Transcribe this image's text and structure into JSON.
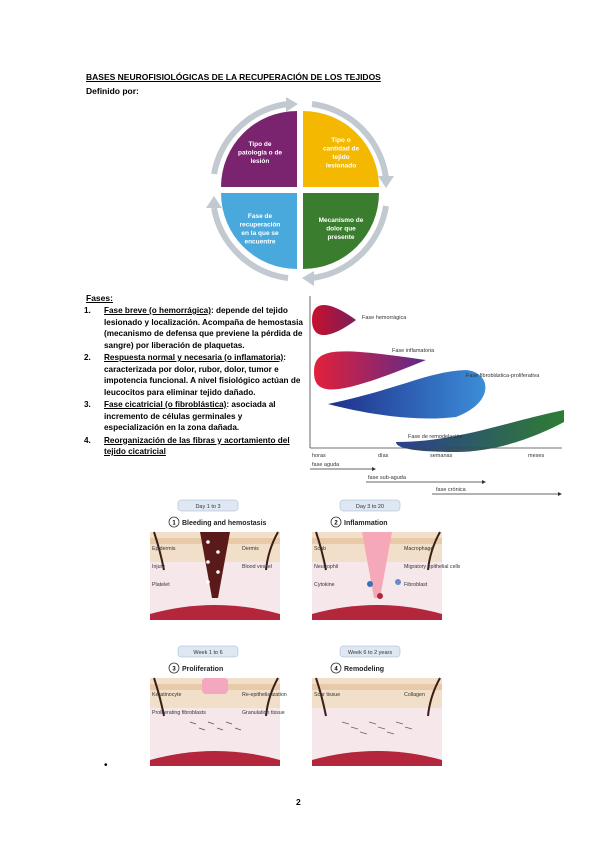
{
  "header": {
    "title": "BASES NEUROFISIOLÓGICAS DE LA RECUPERACIÓN DE LOS TEJIDOS",
    "subtitle": "Definido por:"
  },
  "cycle": {
    "quadrants": [
      {
        "lines": [
          "Tipo de",
          "patología o de",
          "lesión"
        ],
        "color": "#7a2470"
      },
      {
        "lines": [
          "Tipo o",
          "cantidad de",
          "tejido",
          "lesionado"
        ],
        "color": "#f5b800"
      },
      {
        "lines": [
          "Fase de",
          "recuperación",
          "en la que se",
          "encuentre"
        ],
        "color": "#4aa9dc"
      },
      {
        "lines": [
          "Mecanismo de",
          "dolor que",
          "presente"
        ],
        "color": "#3b7d2e"
      }
    ],
    "arrow_color": "#c3c9d1"
  },
  "phases": {
    "heading": "Fases:",
    "items": [
      {
        "num": "1.",
        "underlined": "Fase breve (o hemorrágica)",
        "rest": ": depende del tejido lesionado y localización. Acompaña de hemostasia (mecanismo de defensa que previene la pérdida de sangre) por liberación de plaquetas."
      },
      {
        "num": "2.",
        "underlined": "Respuesta normal y necesaria (o inflamatoria)",
        "rest": ": caracterizada por dolor, rubor, dolor, tumor e impotencia funcional. A nivel fisiológico actúan de leucocitos para eliminar tejido dañado."
      },
      {
        "num": "3.",
        "underlined": "Fase cicatricial (o fibroblástica)",
        "rest": ": asociada al incremento de células germinales y especialización en la zona dañada."
      },
      {
        "num": "4.",
        "underlined": "Reorganización de las fibras y acortamiento del tejido cicatricial",
        "rest": ""
      }
    ]
  },
  "timeline_chart": {
    "phase_labels": [
      "Fase hemorrágica",
      "Fase inflamatoria",
      "Fase fibroblástica-proliferativa",
      "Fase de remodelación"
    ],
    "axis_ticks": [
      "horas",
      "días",
      "semanas",
      "meses"
    ],
    "span_labels": [
      "fase aguda",
      "fase sub-aguda",
      "fase crónica"
    ],
    "colors": {
      "hemorrhagic": "#c8102e",
      "inflammatory": "#d21f3c",
      "fibroblastic": "#1f3f9a",
      "remodeling": "#2e7d32"
    }
  },
  "healing_panels": [
    {
      "step": "1",
      "duration": "Day 1 to 3",
      "title": "Bleeding and hemostasis",
      "labels": [
        "Epidermis",
        "Dermis",
        "Injury",
        "Blood vessel",
        "Platelet"
      ]
    },
    {
      "step": "2",
      "duration": "Day 3 to 20",
      "title": "Inflammation",
      "labels": [
        "Scab",
        "Macrophage",
        "Neutrophil",
        "Migratory epithelial cells",
        "Cytokine",
        "Fibroblast"
      ]
    },
    {
      "step": "3",
      "duration": "Week 1 to 6",
      "title": "Proliferation",
      "labels": [
        "Keratinocyte",
        "Re-epithelialization",
        "Proliferating fibroblasts",
        "Granulation tissue"
      ]
    },
    {
      "step": "4",
      "duration": "Week 6 to 2 years",
      "title": "Remodeling",
      "labels": [
        "Scar tissue",
        "Collagen"
      ]
    }
  ],
  "footer": {
    "page_number": "2",
    "bullet": "•"
  }
}
